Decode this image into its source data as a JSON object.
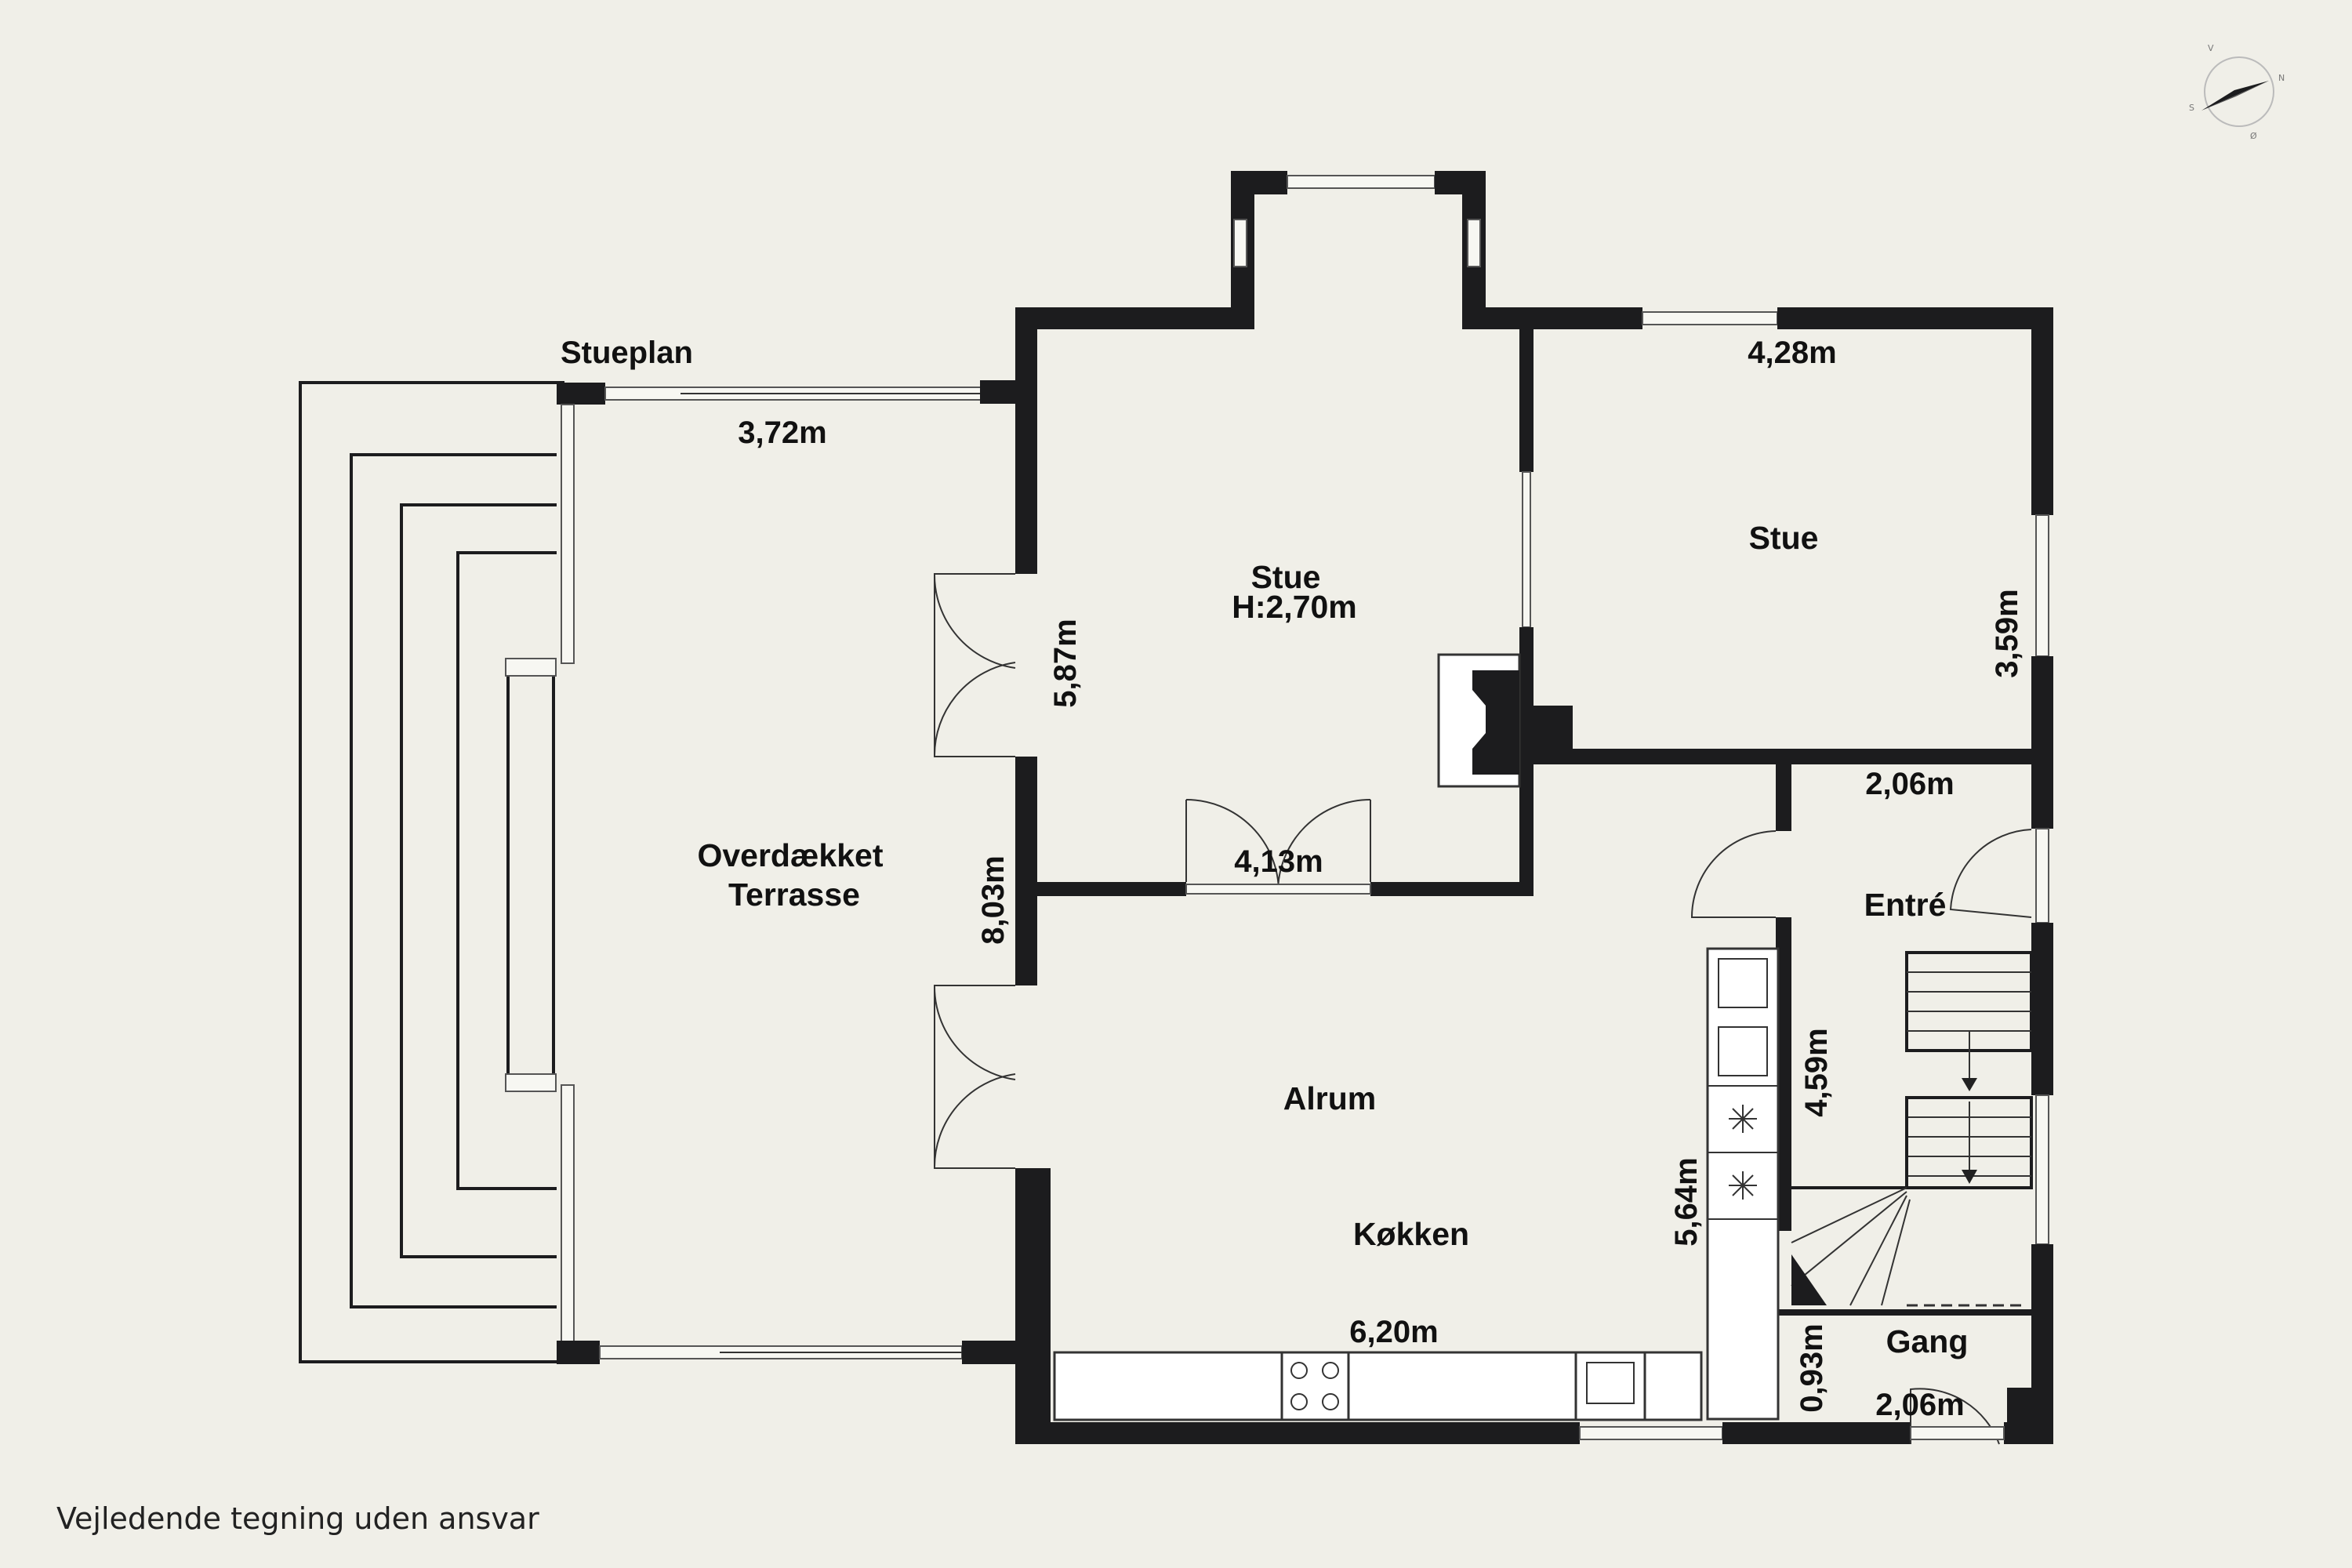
{
  "plan": {
    "title": "Stueplan",
    "footer": "Vejledende tegning uden ansvar",
    "compass": {
      "n": "N",
      "s": "S",
      "v": "V",
      "o": "Ø"
    }
  },
  "rooms": {
    "terrace": {
      "line1": "Overdækket",
      "line2": "Terrasse"
    },
    "stue_main": {
      "name": "Stue",
      "height": "H:2,70m"
    },
    "stue_right": {
      "name": "Stue"
    },
    "alrum": {
      "name": "Alrum"
    },
    "kokken": {
      "name": "Køkken"
    },
    "entre": {
      "name": "Entré"
    },
    "gang": {
      "name": "Gang"
    }
  },
  "dimensions": {
    "terrace_width": "3,72m",
    "terrace_length": "8,03m",
    "stue_main_depth": "5,87m",
    "stue_main_opening": "4,13m",
    "stue_right_width": "4,28m",
    "stue_right_depth": "3,59m",
    "entre_width": "2,06m",
    "entre_depth": "4,59m",
    "kitchen_depth": "5,64m",
    "alrum_width": "6,20m",
    "gang_depth": "0,93m",
    "gang_width": "2,06m"
  }
}
